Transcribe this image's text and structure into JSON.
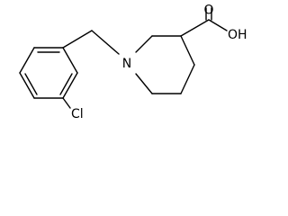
{
  "structure": {
    "atoms": {
      "nitrogen": "N",
      "chlorine": "Cl",
      "hydroxyl": "OH",
      "carbonyl_oxygen": "O"
    },
    "colors": {
      "bond": "#000000",
      "label": "#000000",
      "background": "#ffffff"
    }
  }
}
